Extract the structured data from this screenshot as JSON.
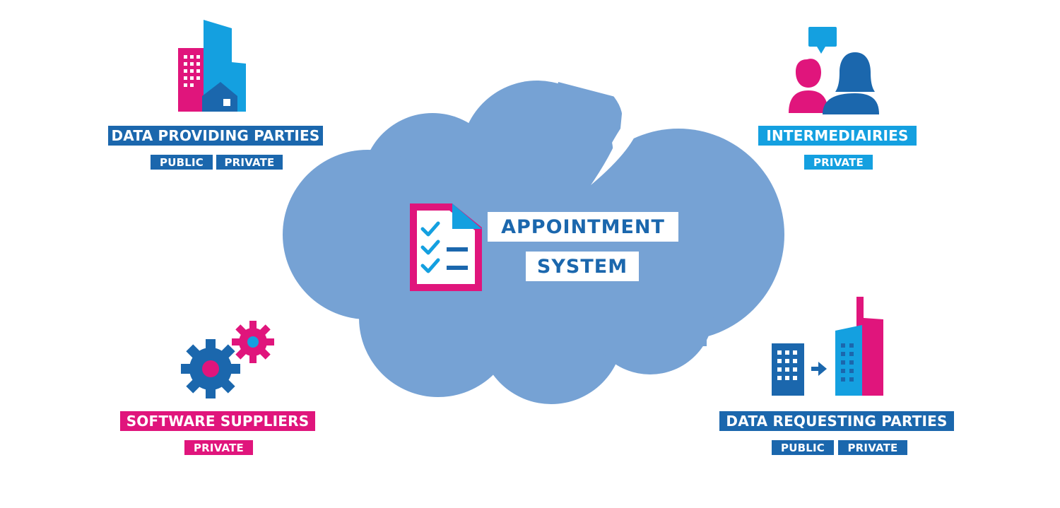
{
  "colors": {
    "dark_blue": "#1b67ad",
    "light_blue": "#14a0e0",
    "magenta": "#e0157c",
    "cloud": "#76a2d4",
    "white": "#ffffff"
  },
  "center": {
    "line1": "APPOINTMENT",
    "line2": "SYSTEM",
    "icon": "checklist-document-icon"
  },
  "groups": {
    "data_providing": {
      "title": "DATA PROVIDING PARTIES",
      "tags": [
        "PUBLIC",
        "PRIVATE"
      ],
      "icon": "buildings-with-house-icon"
    },
    "intermediairies": {
      "title": "INTERMEDIAIRIES",
      "tags": [
        "PRIVATE"
      ],
      "icon": "two-people-chat-icon"
    },
    "software_suppliers": {
      "title": "SOFTWARE SUPPLIERS",
      "tags": [
        "PRIVATE"
      ],
      "icon": "gears-icon"
    },
    "data_requesting": {
      "title": "DATA REQUESTING PARTIES",
      "tags": [
        "PUBLIC",
        "PRIVATE"
      ],
      "icon": "buildings-transfer-icon"
    }
  }
}
